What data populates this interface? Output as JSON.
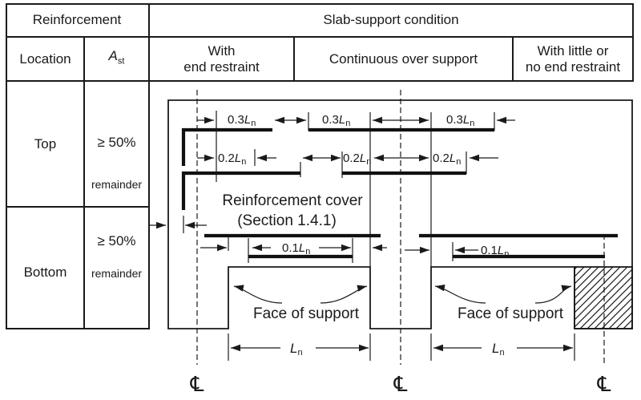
{
  "table": {
    "header": {
      "reinforcement": "Reinforcement",
      "slab_support": "Slab-support  condition",
      "location": "Location",
      "ast": {
        "letter": "A",
        "sub": "st"
      },
      "col_end_restraint_l1": "With",
      "col_end_restraint_l2": "end restraint",
      "col_continuous": "Continuous over support",
      "col_little_l1": "With little or",
      "col_little_l2": "no end restraint"
    },
    "rows": {
      "top": {
        "location": "Top",
        "pct": "≥ 50%",
        "rem": "remainder"
      },
      "bottom": {
        "location": "Bottom",
        "pct": "≥ 50%",
        "rem": "remainder"
      }
    }
  },
  "diagram": {
    "dims": {
      "d03": {
        "prefix": "0.3",
        "letter": "L",
        "sub": "n"
      },
      "d02": {
        "prefix": "0.2",
        "letter": "L",
        "sub": "n"
      },
      "d01": {
        "prefix": "0.1",
        "letter": "L",
        "sub": "n"
      },
      "ln": {
        "letter": "L",
        "sub": "n"
      }
    },
    "cover_label_l1": "Reinforcement  cover",
    "cover_label_l2": "(Section 1.4.1)",
    "face_of_support": "Face of support",
    "centerline_symbol": "℄",
    "colors": {
      "line": "#1a1a1a",
      "bg": "#ffffff"
    }
  }
}
